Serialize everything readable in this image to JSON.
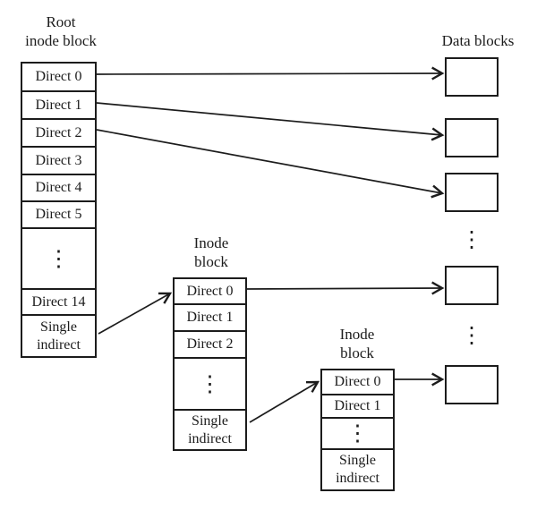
{
  "titles": {
    "root_inode": [
      "Root",
      "inode block"
    ],
    "data_blocks": "Data blocks",
    "inode_mid": [
      "Inode",
      "block"
    ],
    "inode_bottom": [
      "Inode",
      "block"
    ]
  },
  "root_inode": {
    "rows": [
      "Direct 0",
      "Direct 1",
      "Direct 2",
      "Direct 3",
      "Direct 4",
      "Direct 5",
      "⋮",
      "Direct 14",
      "Single indirect"
    ]
  },
  "inode_mid": {
    "rows": [
      "Direct 0",
      "Direct 1",
      "Direct 2",
      "⋮",
      "Single indirect"
    ]
  },
  "inode_bottom": {
    "rows": [
      "Direct 0",
      "Direct 1",
      "⋮",
      "Single indirect"
    ]
  },
  "ellipsis_glyph": "⋮",
  "colors": {
    "line": "#1c1c1c",
    "text": "#1c1c1c",
    "background": "#ffffff"
  }
}
